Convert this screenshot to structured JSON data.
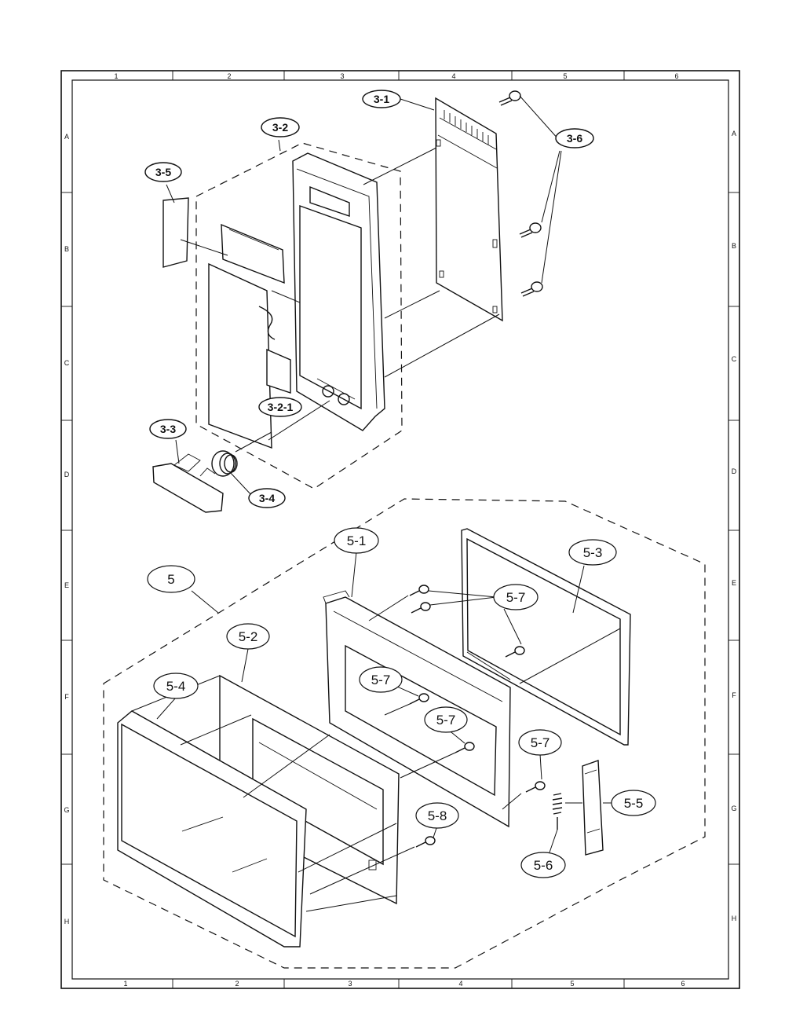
{
  "border": {
    "columns": [
      "1",
      "2",
      "3",
      "4",
      "5",
      "6"
    ],
    "rows": [
      "A",
      "B",
      "C",
      "D",
      "E",
      "F",
      "G",
      "H"
    ]
  },
  "callouts": {
    "c3_1": "3-1",
    "c3_2": "3-2",
    "c3_2_1": "3-2-1",
    "c3_3": "3-3",
    "c3_4": "3-4",
    "c3_5": "3-5",
    "c3_6": "3-6",
    "c5": "5",
    "c5_1": "5-1",
    "c5_2": "5-2",
    "c5_3": "5-3",
    "c5_4": "5-4",
    "c5_5": "5-5",
    "c5_6": "5-6",
    "c5_7a": "5-7",
    "c5_7b": "5-7",
    "c5_7c": "5-7",
    "c5_7d": "5-7",
    "c5_8": "5-8"
  }
}
